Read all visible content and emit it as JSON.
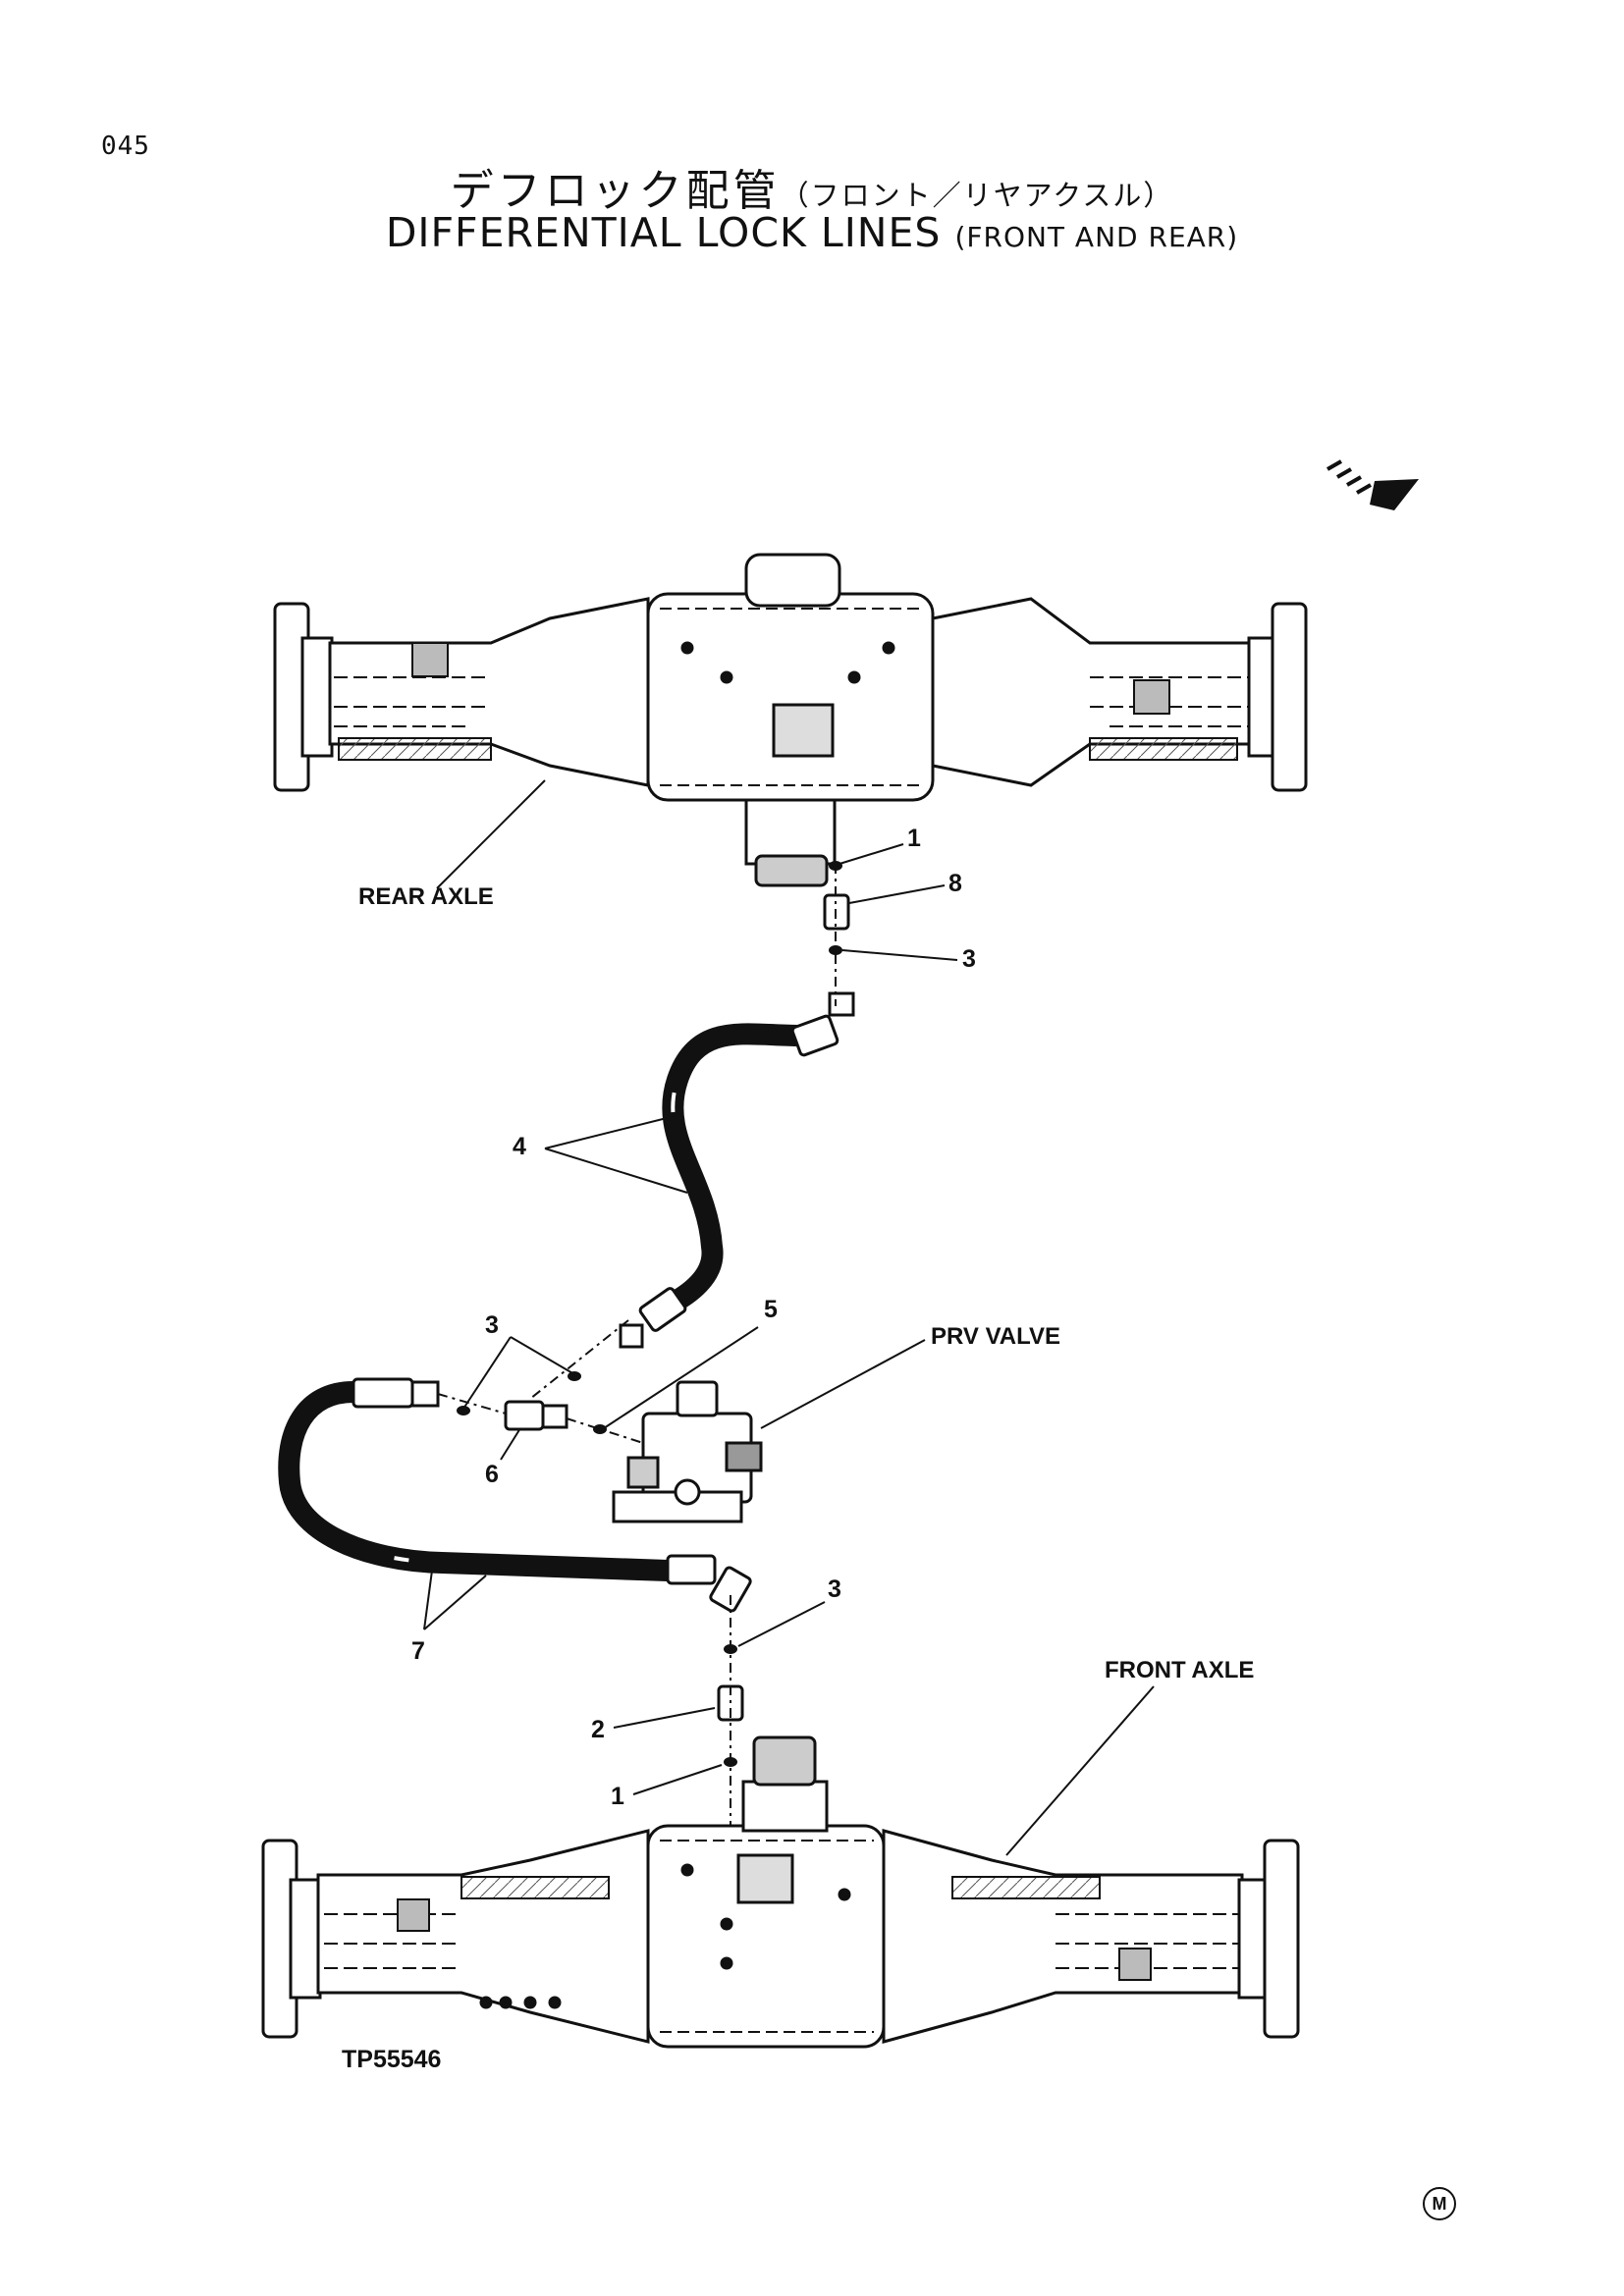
{
  "page_number": "045",
  "title": {
    "jp_main": "デフロック配管",
    "jp_sub": "（フロント／リヤアクスル）",
    "en_main": "DIFFERENTIAL LOCK LINES",
    "en_sub": "(FRONT AND REAR)"
  },
  "labels": {
    "rear_axle": "REAR AXLE",
    "front_axle": "FRONT AXLE",
    "prv_valve": "PRV VALVE",
    "drawing_number": "TP55546"
  },
  "callouts": [
    "1",
    "8",
    "3",
    "4",
    "3",
    "5",
    "6",
    "3",
    "7",
    "2",
    "1"
  ],
  "mark": "M",
  "icons": {
    "direction_arrow": "direction-arrow-icon"
  }
}
